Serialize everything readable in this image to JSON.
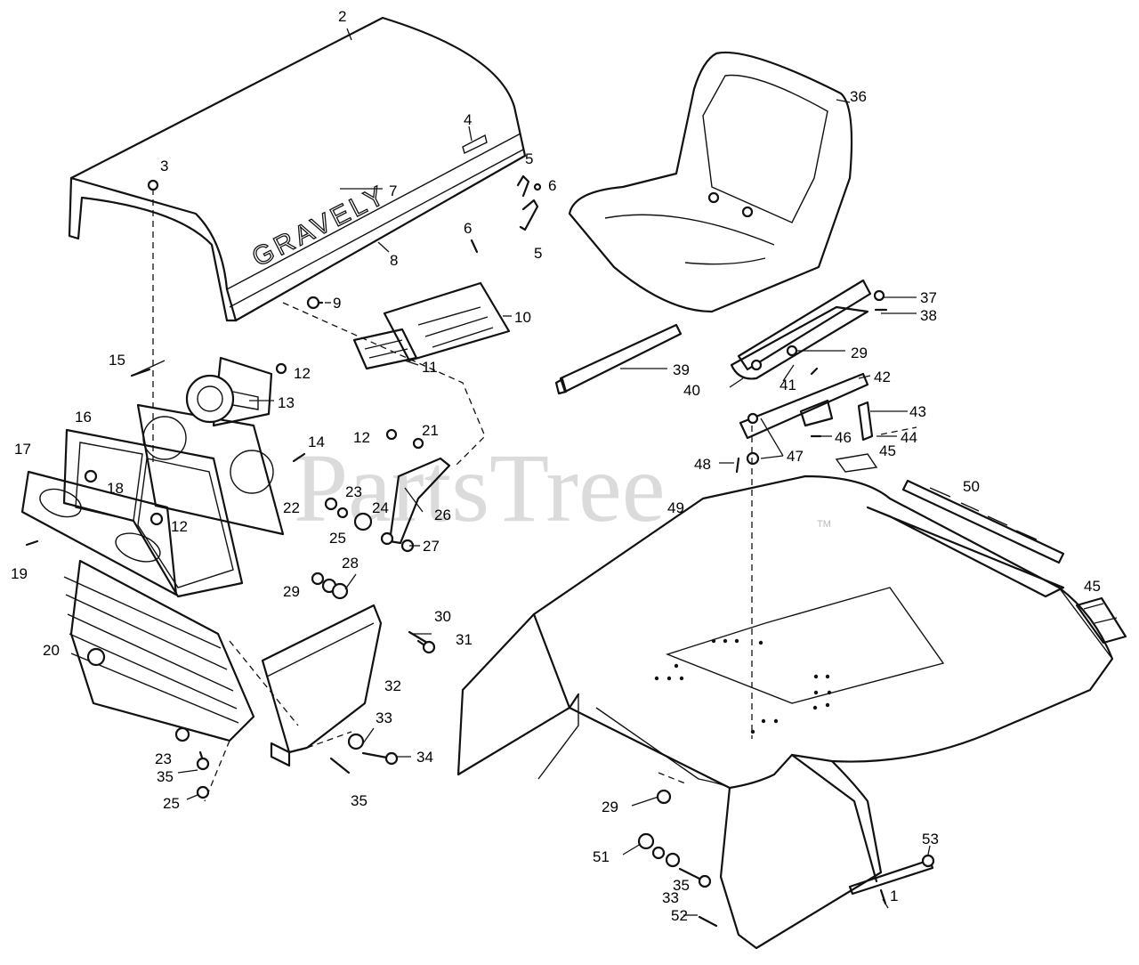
{
  "watermark": "PartsTree",
  "watermark_tm": "TM",
  "hood_brand": "GRAVELY",
  "callouts": [
    {
      "id": "c2",
      "label": "2"
    },
    {
      "id": "c3",
      "label": "3"
    },
    {
      "id": "c4",
      "label": "4"
    },
    {
      "id": "c5a",
      "label": "5"
    },
    {
      "id": "c6a",
      "label": "6"
    },
    {
      "id": "c6b",
      "label": "6"
    },
    {
      "id": "c5b",
      "label": "5"
    },
    {
      "id": "c7",
      "label": "7"
    },
    {
      "id": "c8",
      "label": "8"
    },
    {
      "id": "c9",
      "label": "9"
    },
    {
      "id": "c10",
      "label": "10"
    },
    {
      "id": "c11",
      "label": "11"
    },
    {
      "id": "c12a",
      "label": "12"
    },
    {
      "id": "c13",
      "label": "13"
    },
    {
      "id": "c15",
      "label": "15"
    },
    {
      "id": "c16",
      "label": "16"
    },
    {
      "id": "c14",
      "label": "14"
    },
    {
      "id": "c12b",
      "label": "12"
    },
    {
      "id": "c21",
      "label": "21"
    },
    {
      "id": "c17",
      "label": "17"
    },
    {
      "id": "c18",
      "label": "18"
    },
    {
      "id": "c12c",
      "label": "12"
    },
    {
      "id": "c22",
      "label": "22"
    },
    {
      "id": "c23a",
      "label": "23"
    },
    {
      "id": "c24",
      "label": "24"
    },
    {
      "id": "c25a",
      "label": "25"
    },
    {
      "id": "c26",
      "label": "26"
    },
    {
      "id": "c27",
      "label": "27"
    },
    {
      "id": "c19",
      "label": "19"
    },
    {
      "id": "c28",
      "label": "28"
    },
    {
      "id": "c29a",
      "label": "29"
    },
    {
      "id": "c30",
      "label": "30"
    },
    {
      "id": "c31",
      "label": "31"
    },
    {
      "id": "c20",
      "label": "20"
    },
    {
      "id": "c32",
      "label": "32"
    },
    {
      "id": "c33a",
      "label": "33"
    },
    {
      "id": "c34",
      "label": "34"
    },
    {
      "id": "c23b",
      "label": "23"
    },
    {
      "id": "c35a",
      "label": "35"
    },
    {
      "id": "c25b",
      "label": "25"
    },
    {
      "id": "c35b",
      "label": "35"
    },
    {
      "id": "c36",
      "label": "36"
    },
    {
      "id": "c37",
      "label": "37"
    },
    {
      "id": "c38",
      "label": "38"
    },
    {
      "id": "c29b",
      "label": "29"
    },
    {
      "id": "c39",
      "label": "39"
    },
    {
      "id": "c40",
      "label": "40"
    },
    {
      "id": "c41",
      "label": "41"
    },
    {
      "id": "c42",
      "label": "42"
    },
    {
      "id": "c43",
      "label": "43"
    },
    {
      "id": "c46",
      "label": "46"
    },
    {
      "id": "c44",
      "label": "44"
    },
    {
      "id": "c48",
      "label": "48"
    },
    {
      "id": "c47",
      "label": "47"
    },
    {
      "id": "c45a",
      "label": "45"
    },
    {
      "id": "c50",
      "label": "50"
    },
    {
      "id": "c49",
      "label": "49"
    },
    {
      "id": "c45b",
      "label": "45"
    },
    {
      "id": "c29c",
      "label": "29"
    },
    {
      "id": "c51",
      "label": "51"
    },
    {
      "id": "c33b",
      "label": "33"
    },
    {
      "id": "c35c",
      "label": "35"
    },
    {
      "id": "c53",
      "label": "53"
    },
    {
      "id": "c1",
      "label": "1"
    },
    {
      "id": "c52",
      "label": "52"
    }
  ]
}
